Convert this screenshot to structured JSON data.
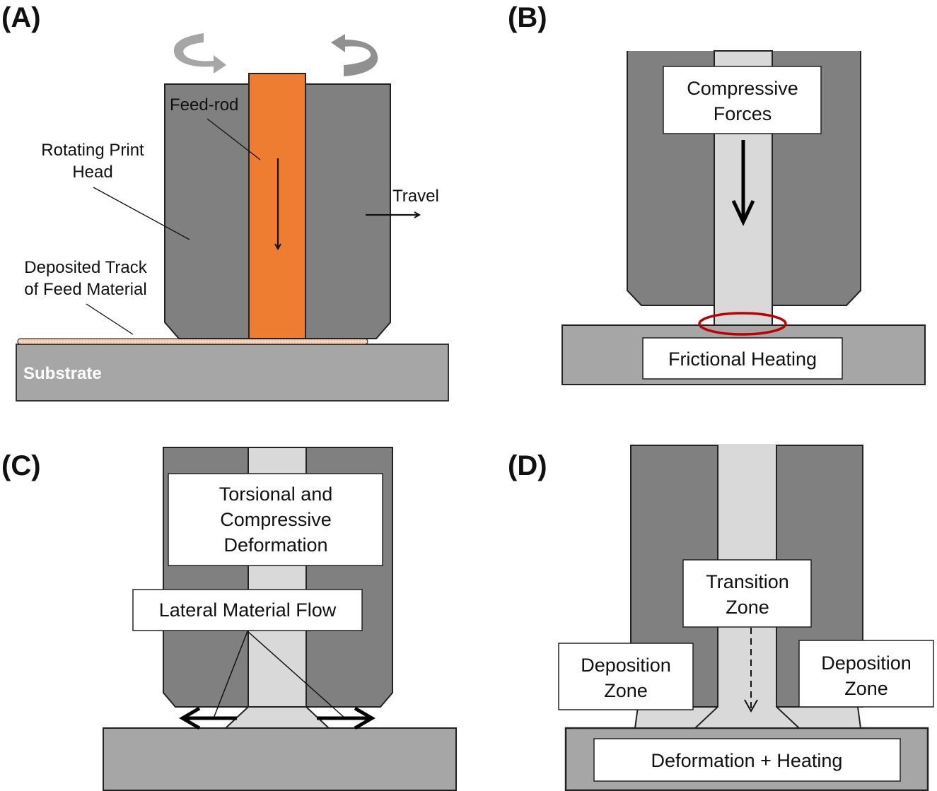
{
  "figure": {
    "colors": {
      "head": "#808080",
      "feed_rod": "#ee7d31",
      "rod_plain": "#d9d9d9",
      "substrate": "#a6a6a6",
      "track": "#f7d7c0",
      "outline": "#1a1a1a",
      "highlight_ellipse": "#c00000",
      "rotation_arrow": "#a6a6a6"
    },
    "panels": [
      {
        "tag": "(A)",
        "labels": {
          "feed_rod": "Feed-rod",
          "print_head_line1": "Rotating Print",
          "print_head_line2": "Head",
          "travel": "Travel",
          "track_line1": "Deposited Track",
          "track_line2": "of Feed Material",
          "substrate": "Substrate"
        }
      },
      {
        "tag": "(B)",
        "labels": {
          "forces_line1": "Compressive",
          "forces_line2": "Forces",
          "heating": "Frictional Heating"
        }
      },
      {
        "tag": "(C)",
        "labels": {
          "deform_line1": "Torsional and",
          "deform_line2": "Compressive",
          "deform_line3": "Deformation",
          "flow": "Lateral Material Flow"
        }
      },
      {
        "tag": "(D)",
        "labels": {
          "transition_line1": "Transition",
          "transition_line2": "Zone",
          "dep_left_line1": "Deposition",
          "dep_left_line2": "Zone",
          "dep_right_line1": "Deposition",
          "dep_right_line2": "Zone",
          "heating": "Deformation + Heating"
        }
      }
    ]
  }
}
